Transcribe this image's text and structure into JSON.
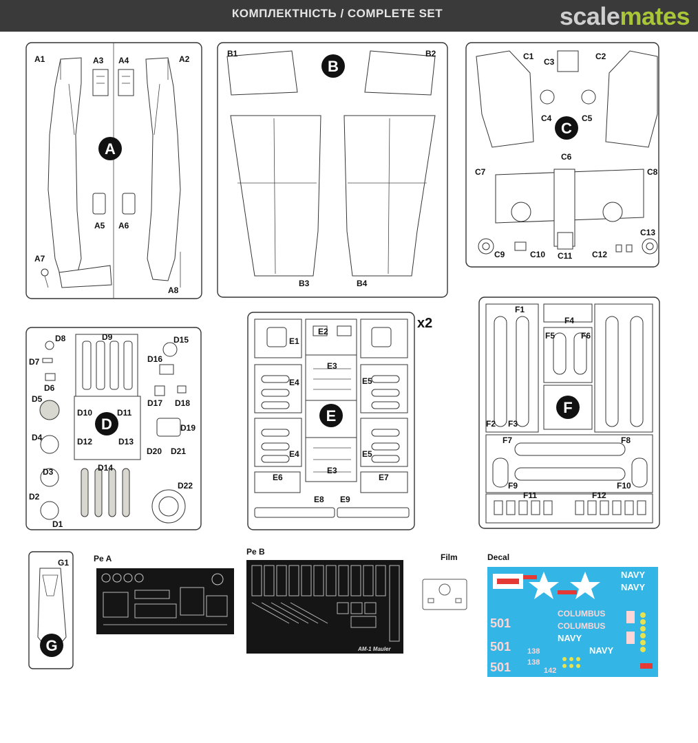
{
  "header": {
    "title": "КОМПЛЕКТНІСТЬ / COMPLETE SET",
    "brand_part1": "scale",
    "brand_part2": "mates",
    "brand_colors": {
      "gray": "#cfcfcf",
      "green": "#a9c639",
      "bar": "#3a3a3a"
    }
  },
  "sprues": {
    "A": {
      "letter": "A",
      "parts": [
        "A1",
        "A2",
        "A3",
        "A4",
        "A5",
        "A6",
        "A7",
        "A8"
      ]
    },
    "B": {
      "letter": "B",
      "parts": [
        "B1",
        "B2",
        "B3",
        "B4"
      ]
    },
    "C": {
      "letter": "C",
      "parts": [
        "C1",
        "C2",
        "C3",
        "C4",
        "C5",
        "C6",
        "C7",
        "C8",
        "C9",
        "C10",
        "C11",
        "C12",
        "C13"
      ]
    },
    "D": {
      "letter": "D",
      "parts": [
        "D1",
        "D2",
        "D3",
        "D4",
        "D5",
        "D6",
        "D7",
        "D8",
        "D9",
        "D10",
        "D11",
        "D12",
        "D13",
        "D14",
        "D15",
        "D16",
        "D17",
        "D18",
        "D19",
        "D20",
        "D21",
        "D22"
      ]
    },
    "E": {
      "letter": "E",
      "multiplier": "x2",
      "parts": [
        "E1",
        "E2",
        "E3",
        "E4",
        "E5",
        "E6",
        "E7",
        "E8",
        "E9"
      ],
      "e3_second": "E3",
      "e4_second": "E4",
      "e5_second": "E5"
    },
    "F": {
      "letter": "F",
      "parts": [
        "F1",
        "F2",
        "F3",
        "F4",
        "F5",
        "F6",
        "F7",
        "F8",
        "F9",
        "F10",
        "F11",
        "F12"
      ]
    },
    "G": {
      "letter": "G",
      "parts": [
        "G1"
      ]
    }
  },
  "extras": {
    "pe_a": "Pe A",
    "pe_b": "Pe B",
    "film": "Film",
    "decal": "Decal",
    "pe_b_caption": "AM-1 Mauler",
    "decal_colors": {
      "background": "#33b5e5",
      "text": "#ffffff",
      "accent": "#e53935"
    },
    "decal_texts": [
      "NAVY",
      "NAVY",
      "COLUMBUS",
      "COLUMBUS",
      "NAVY",
      "NAVY",
      "501",
      "501",
      "501",
      "138",
      "138",
      "142"
    ]
  }
}
